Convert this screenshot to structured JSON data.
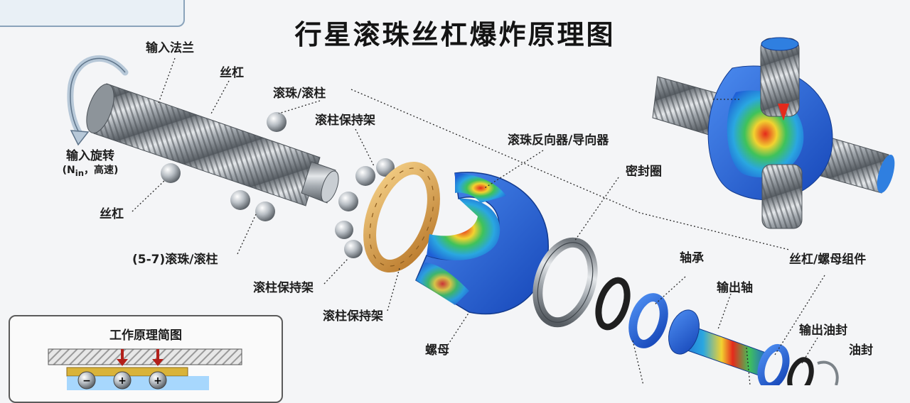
{
  "title": "行星滚珠丝杠爆炸原理图",
  "labels": {
    "input_flange": "输入法兰",
    "screw_top": "丝杠",
    "ball_roller_top": "滚珠/滚柱",
    "roller_cage_top": "滚柱保持架",
    "input_rotation": "输入旋转",
    "input_rotation_n": "N",
    "input_rotation_sub": "in",
    "input_rotation_rest": "，高速)",
    "input_rotation_open": "(",
    "screw_left": "丝杠",
    "ball_roller_count": "(5-7)滚珠/滚柱",
    "roller_cage_mid": "滚柱保持架",
    "roller_cage_bottom": "滚柱保持架",
    "reverser": "滚珠反向器/导向器",
    "seal_ring": "密封圈",
    "nut": "螺母",
    "bearing": "轴承",
    "output_shaft": "输出轴",
    "screw_nut_assembly": "丝杠/螺母组件",
    "output_oil_seal": "输出油封",
    "oil_seal": "油封"
  },
  "schematic": {
    "title": "工作原理简图",
    "minus_sign": "−",
    "plus_sign": "+"
  },
  "colors": {
    "steel": "#9ca3aa",
    "cage": "#d9a24a",
    "fea_blue": "#1f5fd6",
    "fea_red": "#e52a1c",
    "fea_yellow": "#f2d230",
    "fea_green": "#3fc25a",
    "frame_blue": "#8aa3bb"
  }
}
